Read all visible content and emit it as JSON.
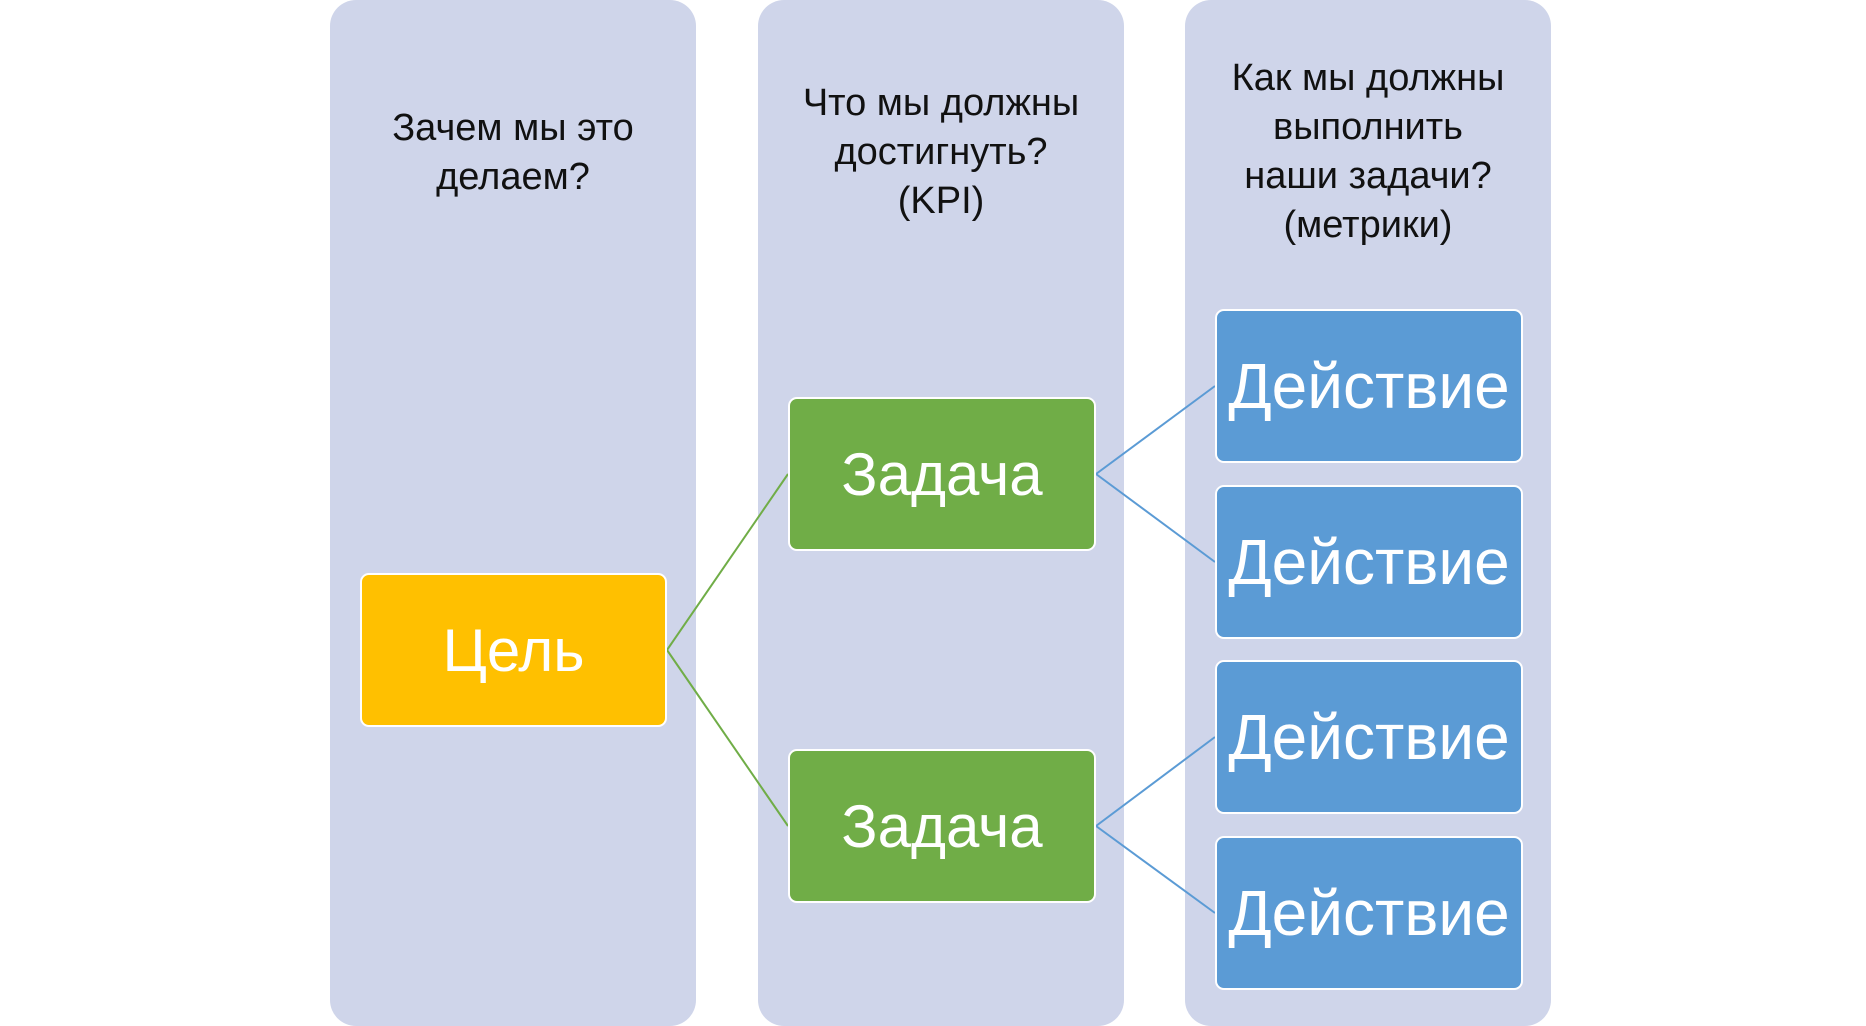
{
  "columns": {
    "why": {
      "header": "Зачем мы это\nделаем?"
    },
    "what": {
      "header": "Что мы должны\nдостигнуть?\n(KPI)"
    },
    "how": {
      "header": "Как мы должны\nвыполнить\nнаши задачи?\n(метрики)"
    }
  },
  "goal": {
    "label": "Цель"
  },
  "tasks": [
    {
      "label": "Задача"
    },
    {
      "label": "Задача"
    }
  ],
  "actions": [
    {
      "label": "Действие"
    },
    {
      "label": "Действие"
    },
    {
      "label": "Действие"
    },
    {
      "label": "Действие"
    }
  ],
  "colors": {
    "column_background": "#cfd5ea",
    "goal": "#ffc000",
    "task": "#70ad47",
    "action": "#5b9bd5",
    "goal_task_connector": "#70ad47",
    "task_action_connector": "#5b9bd5"
  }
}
